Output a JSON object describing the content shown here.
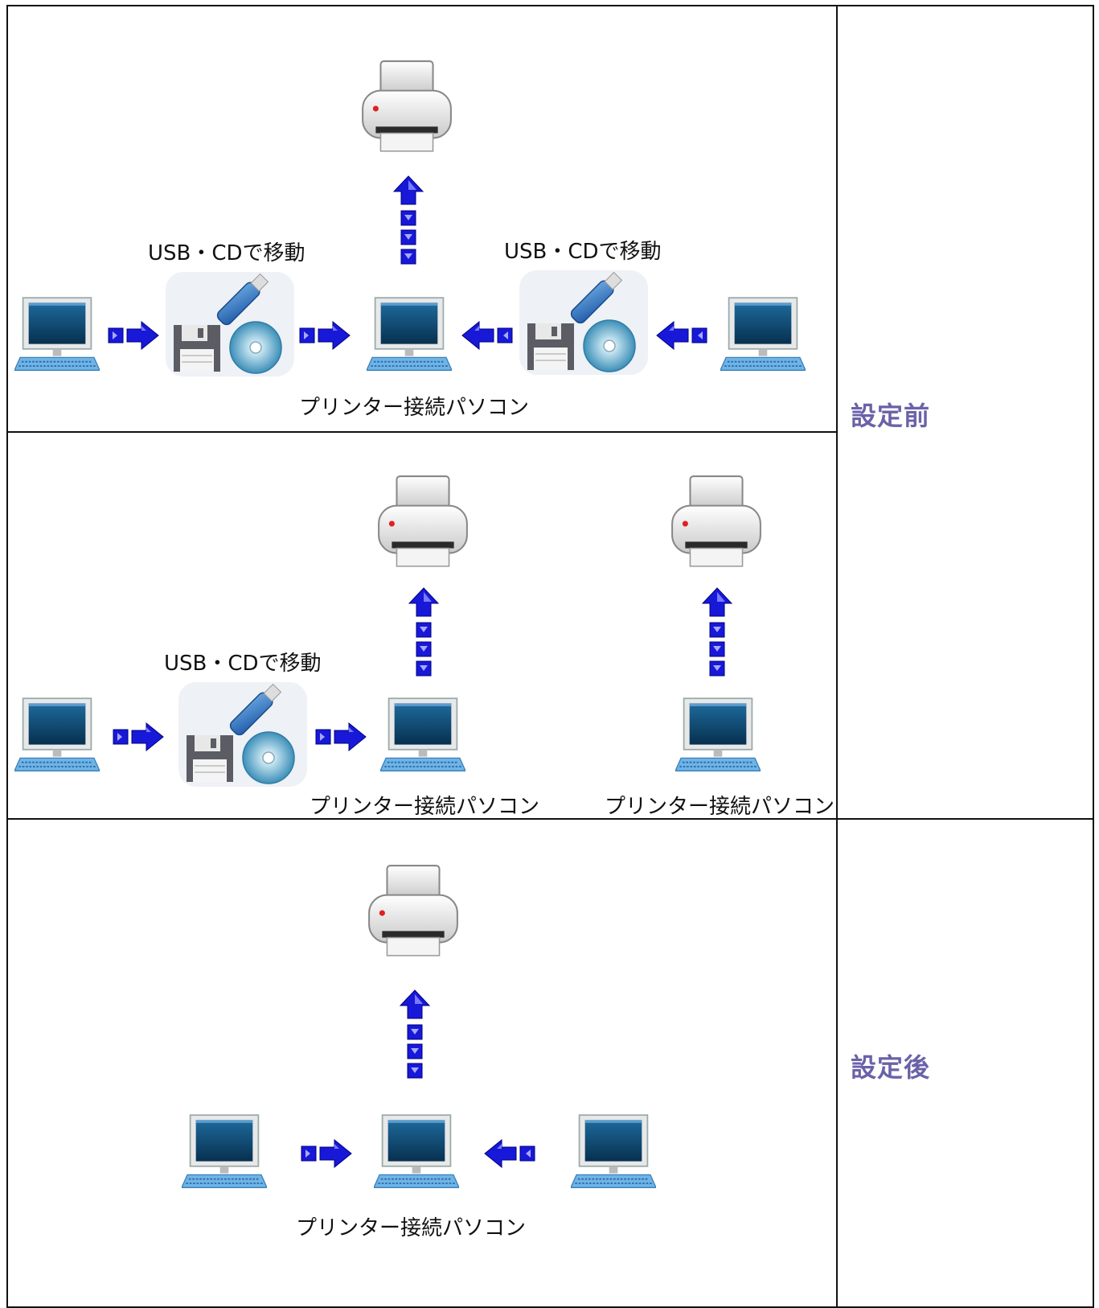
{
  "table": {
    "rows": [
      {
        "side_label": "設定前",
        "diagram_a": {
          "usb_label_left": "USB・CDで移動",
          "usb_label_right": "USB・CDで移動",
          "center_pc_label": "プリンター接続パソコン"
        },
        "diagram_b": {
          "usb_label": "USB・CDで移動",
          "pc_label_left": "プリンター接続パソコン",
          "pc_label_right": "プリンター接続パソコン"
        }
      },
      {
        "side_label": "設定後",
        "diagram": {
          "center_pc_label": "プリンター接続パソコン"
        }
      }
    ]
  },
  "icons": {
    "printer": "printer-icon",
    "computer": "computer-icon",
    "usb_media": "usb-cd-floppy-icon",
    "arrow": "blue-arrow-icon"
  },
  "colors": {
    "side_label": "#6a62a8",
    "arrow": "#1a1ad8",
    "screen": "#0d3f66",
    "border": "#111111"
  }
}
